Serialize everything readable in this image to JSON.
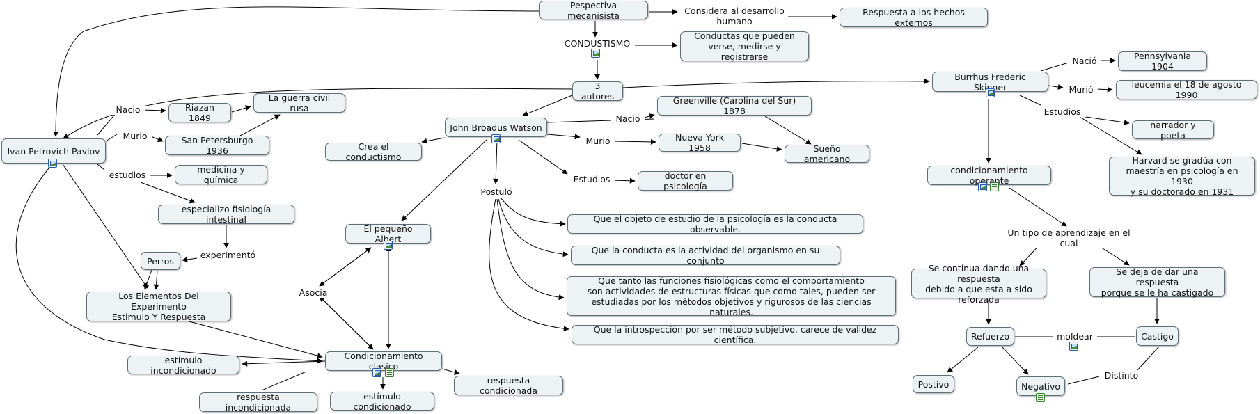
{
  "concept_map": {
    "nodes": {
      "pavlov": "Ivan Petrovich Pavlov",
      "perspectiva": "Pespectiva mecanisista",
      "considera": "Considera al desarrollo\nhumano",
      "respuesta_hechos": "Respuesta a los hechos externos",
      "conductismo": "CONDUSTISMO",
      "conductas": "Conductas que pueden\nverse, medirse y registrarse",
      "autores": "3 autores",
      "skinner": "Burrhus Frederic Skinner",
      "watson": "John Broadus Watson",
      "riazan": "Riazan 1849",
      "guerra": "La guerra civil rusa",
      "sanpetersburgo": "San Petersburgo 1936",
      "medicina": "medicina y química",
      "especializo": "especializo fisiología intestinal",
      "perros": "Perros",
      "elementos": "Los Elementos Del Experimento\nEstimulo Y Respuesta",
      "albert": "El pequeño Albert",
      "crea": "Crea el conductismo",
      "greenville": "Greenville (Carolina del Sur) 1878",
      "nuevayork": "Nueva York 1958",
      "sueno": "Sueño americano",
      "doctor": "doctor en psicología",
      "postulado1": "Que el objeto de estudio de la psicología es la conducta observable.",
      "postulado2": "Que la conducta es la actividad del organismo en su conjunto",
      "postulado3": "Que tanto las funciones fisiológicas como el comportamiento\nson actividades de estructuras físicas que como tales, pueden ser\nestudiadas por los métodos objetivos y rigurosos de las ciencias naturales.",
      "postulado4": "Que la introspección por ser método subjetivo, carece de validez científica.",
      "condicionamiento_clasico": "Condicionamiento clasico",
      "estimulo_incondicionado": "estímulo incondicionado",
      "respuesta_incondicionada": "respuesta incondicionada",
      "estimulo_condicionado": "estímulo condicionado",
      "respuesta_condicionada": "respuesta condicionada",
      "pennsylvania": "Pennsylvania 1904",
      "leucemia": "leucemia el 18 de agosto 1990",
      "narrador": "narrador y poeta",
      "harvard": "Harvard se gradúa con\nmaestría en psicología en 1930\ny su doctorado en 1931",
      "operante": "condicionamiento operante",
      "tipo": "Un tipo de aprendizaje en el cual",
      "continua": "Se continua dando una respuesta\ndebido a que esta a sido reforzada",
      "deja": "Se deja de dar una respuesta\nporque se le ha castigado",
      "refuerzo": "Refuerzo",
      "castigo": "Castigo",
      "positivo": "Postivo",
      "negativo": "Negativo"
    },
    "link_labels": {
      "nacio_pavlov": "Nacio",
      "murio_pavlov": "Murio",
      "estudios_pavlov": "estudios",
      "experimento": "experimentó",
      "asocia": "Asocia",
      "nacio_watson": "Nació",
      "murio_watson": "Murió",
      "estudios_watson": "Estudios",
      "postulo": "Postuló",
      "nacio_skinner": "Nació",
      "murio_skinner": "Murió",
      "estudios_skinner": "Estudios",
      "moldear": "moldear",
      "distinto": "Distinto"
    }
  }
}
